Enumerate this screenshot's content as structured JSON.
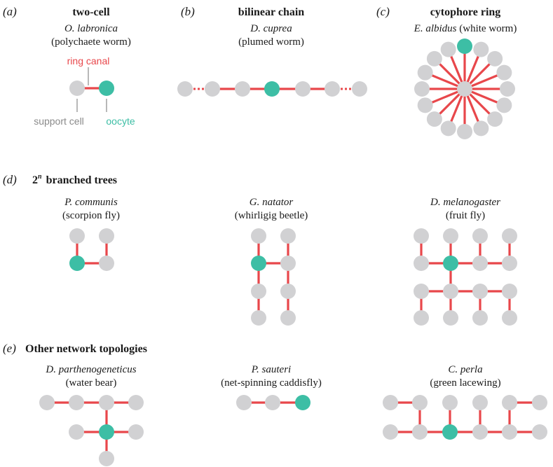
{
  "colors": {
    "support_cell": "#d1d1d3",
    "oocyte": "#3dbea5",
    "ring_canal": "#e8474b",
    "annotation_line": "#9a9a9a",
    "text": "#1a1a1a"
  },
  "panels": {
    "a": {
      "label": "(a)",
      "title": "two-cell",
      "species": "O. labronica",
      "common": "(polychaete worm)",
      "annotations": {
        "ring_canal": "ring canal",
        "support_cell": "support cell",
        "oocyte": "oocyte"
      }
    },
    "b": {
      "label": "(b)",
      "title": "bilinear chain",
      "species": "D. cuprea",
      "common": "(plumed worm)"
    },
    "c": {
      "label": "(c)",
      "title": "cytophore ring",
      "species": "E. albidus",
      "common_inline": " (white worm)"
    },
    "d": {
      "label": "(d)",
      "title_base": "2",
      "title_sup": "n",
      "title_rest": "branched trees",
      "networks": [
        {
          "species": "P. communis",
          "common": "(scorpion fly)"
        },
        {
          "species": "G. natator",
          "common": "(whirligig beetle)"
        },
        {
          "species": "D. melanogaster",
          "common": "(fruit fly)"
        }
      ]
    },
    "e": {
      "label": "(e)",
      "title": "Other network topologies",
      "networks": [
        {
          "species": "D. parthenogeneticus",
          "common": "(water bear)"
        },
        {
          "species": "P. sauteri",
          "common": "(net-spinning caddisfly)"
        },
        {
          "species": "C. perla",
          "common": "(green lacewing)"
        }
      ]
    }
  }
}
